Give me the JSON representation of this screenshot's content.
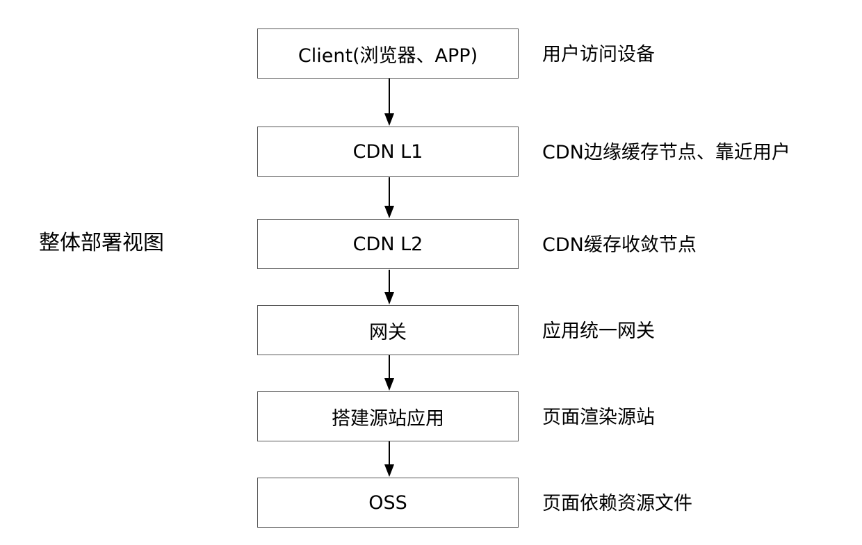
{
  "diagram": {
    "side_title": "整体部署视图",
    "nodes": [
      {
        "label": "Client(浏览器、APP)",
        "description": "用户访问设备"
      },
      {
        "label": "CDN L1",
        "description": "CDN边缘缓存节点、靠近用户"
      },
      {
        "label": "CDN L2",
        "description": "CDN缓存收敛节点"
      },
      {
        "label": "网关",
        "description": "应用统一网关"
      },
      {
        "label": "搭建源站应用",
        "description": "页面渲染源站"
      },
      {
        "label": "OSS",
        "description": "页面依赖资源文件"
      }
    ],
    "colors": {
      "border": "#555555",
      "arrow": "#000000",
      "background": "#ffffff"
    }
  }
}
